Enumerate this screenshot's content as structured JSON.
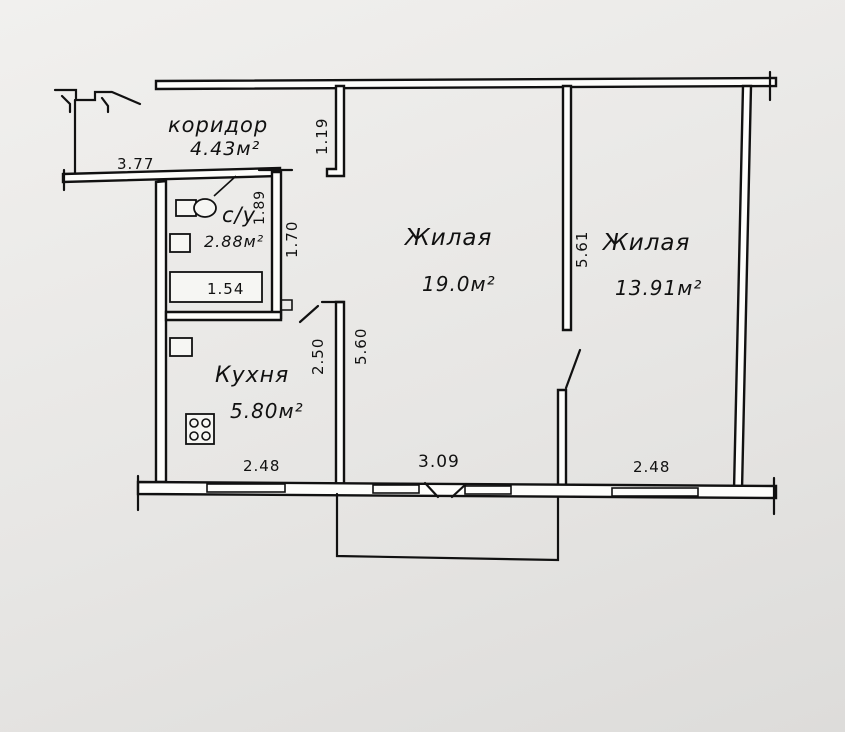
{
  "rooms": {
    "corridor": {
      "name": "коридор",
      "area": "4.43м²"
    },
    "bathroom": {
      "name": "с/у",
      "area": "2.88м²"
    },
    "living1": {
      "name": "Жилая",
      "area": "19.0м²"
    },
    "living2": {
      "name": "Жилая",
      "area": "13.91м²"
    },
    "kitchen": {
      "name": "Кухня",
      "area": "5.80м²"
    }
  },
  "dimensions": {
    "corridor_width": "3.77",
    "corridor_nook": "1.19",
    "bath_depth_a": "1.89",
    "bath_depth_b": "1.70",
    "bathtub": "1.54",
    "kitchen_width": "2.48",
    "kitchen_depth": "2.50",
    "living1_depth": "5.60",
    "living1_width": "3.09",
    "living2_depth": "5.61",
    "living2_width": "2.48"
  }
}
